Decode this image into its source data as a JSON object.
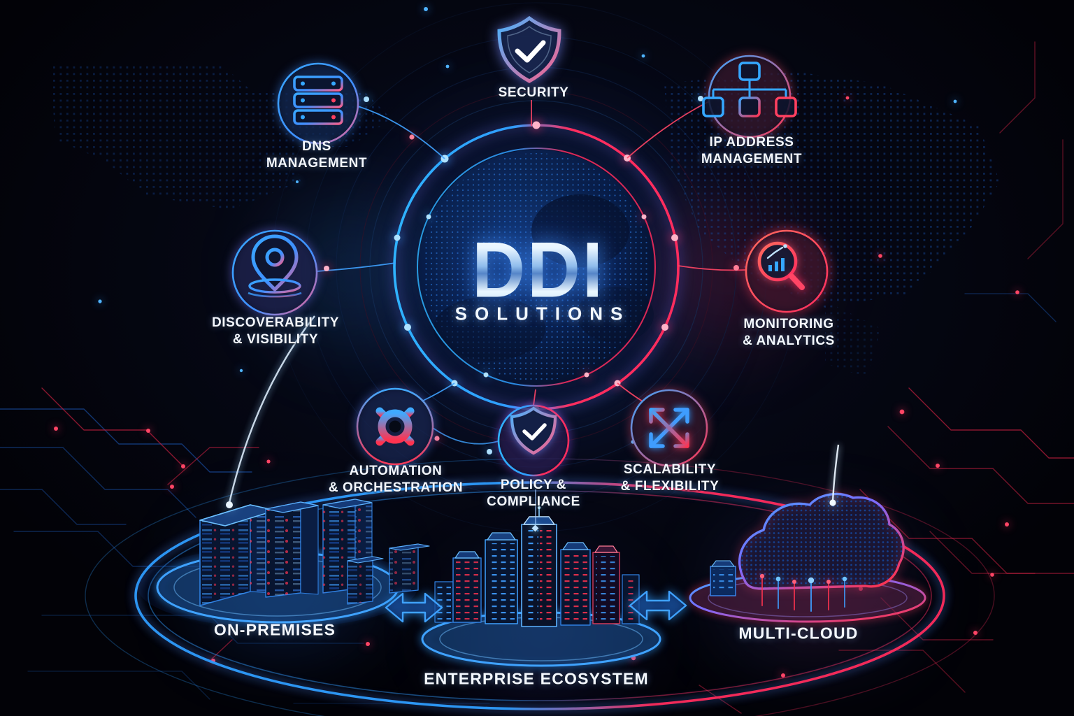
{
  "center": {
    "title": "DDI",
    "subtitle": "SOLUTIONS",
    "globe_icon": "globe-dots-icon"
  },
  "satellites": [
    {
      "id": "dns-management",
      "lines": [
        "DNS",
        "MANAGEMENT"
      ],
      "icon": "server-stack-icon"
    },
    {
      "id": "security",
      "lines": [
        "SECURITY"
      ],
      "icon": "shield-check-icon"
    },
    {
      "id": "ip-address-management",
      "lines": [
        "IP ADDRESS",
        "MANAGEMENT"
      ],
      "icon": "network-hierarchy-icon"
    },
    {
      "id": "discoverability-visibility",
      "lines": [
        "DISCOVERABILITY",
        "& VISIBILITY"
      ],
      "icon": "location-pin-icon"
    },
    {
      "id": "monitoring-analytics",
      "lines": [
        "MONITORING",
        "& ANALYTICS"
      ],
      "icon": "magnifier-chart-icon"
    },
    {
      "id": "automation-orchestration",
      "lines": [
        "AUTOMATION",
        "& ORCHESTRATION"
      ],
      "icon": "gear-icon"
    },
    {
      "id": "policy-compliance",
      "lines": [
        "POLICY &",
        "COMPLIANCE"
      ],
      "icon": "shield-check-icon"
    },
    {
      "id": "scalability-flexibility",
      "lines": [
        "SCALABILITY",
        "& FLEXIBILITY"
      ],
      "icon": "expand-arrows-icon"
    }
  ],
  "scenes": [
    {
      "id": "on-premises",
      "label": "ON-PREMISES",
      "icon": "server-racks-icon"
    },
    {
      "id": "enterprise-ecosystem",
      "label": "ENTERPRISE ECOSYSTEM",
      "icon": "city-buildings-icon"
    },
    {
      "id": "multi-cloud",
      "label": "MULTI-CLOUD",
      "icon": "cloud-icon"
    }
  ],
  "colors": {
    "background": "#020208",
    "neon_blue": "#2f9dff",
    "neon_cyan": "#6fd4ff",
    "neon_red": "#ff2d5e",
    "neon_pink": "#ff5f8a",
    "deep_blue": "#0a2a66",
    "text": "#f4f8ff"
  }
}
